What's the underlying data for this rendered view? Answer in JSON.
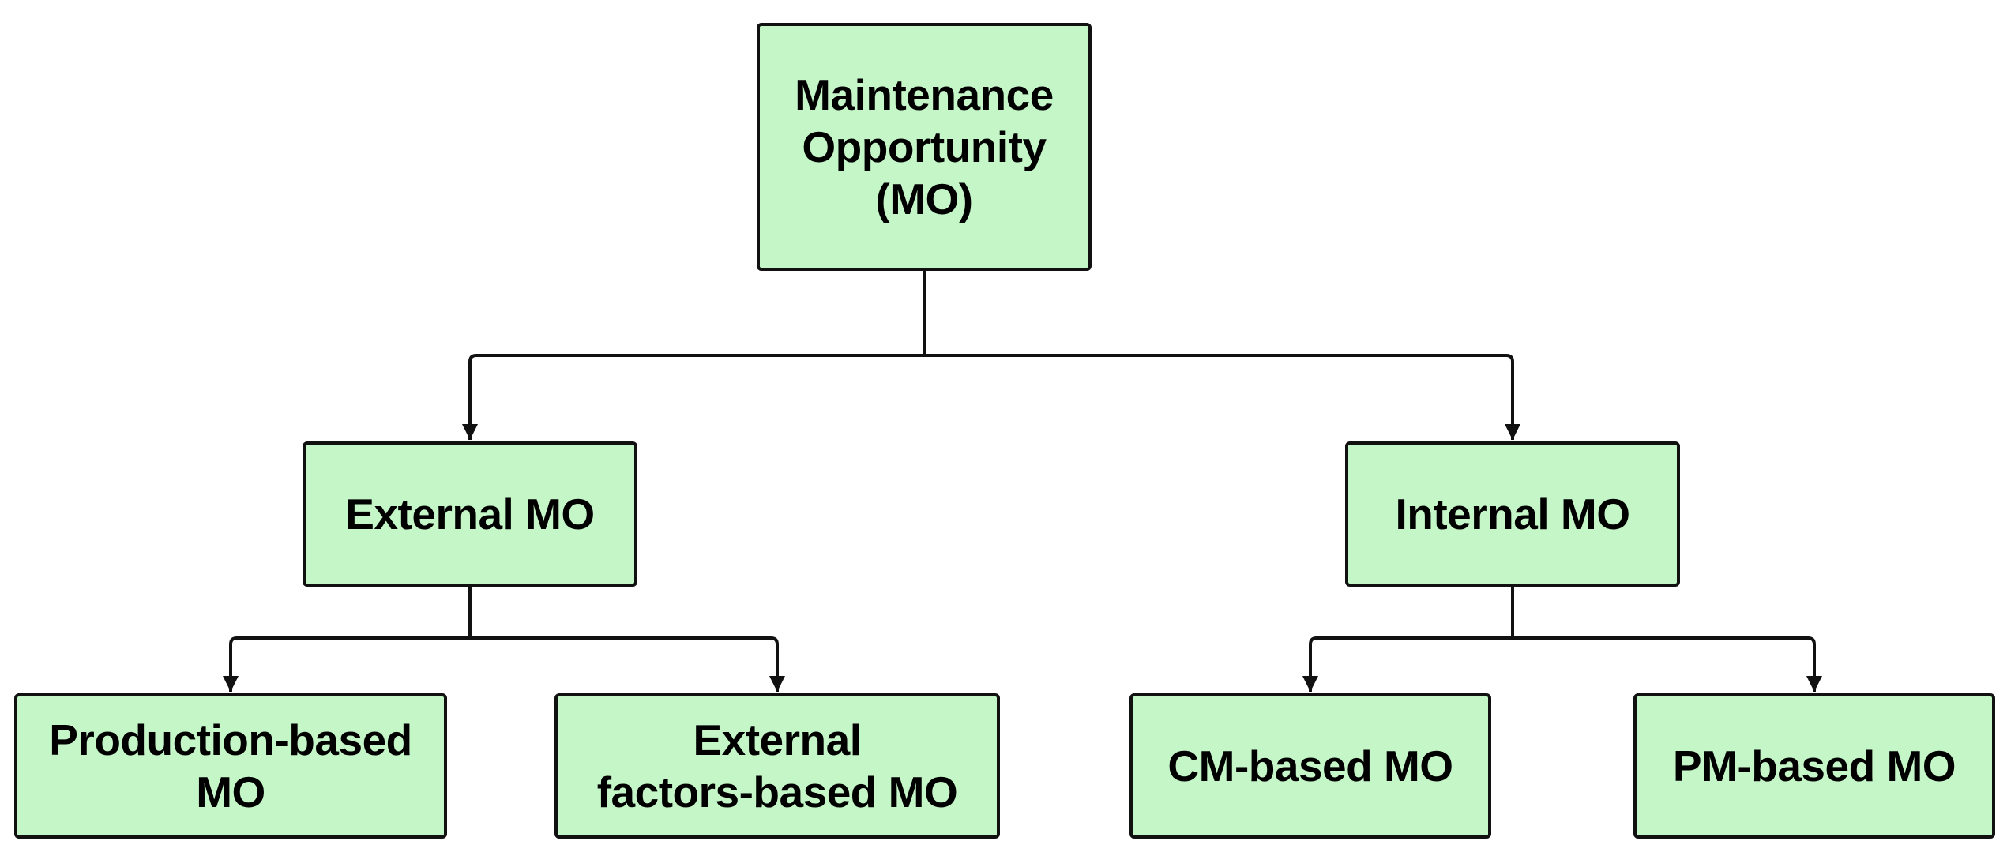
{
  "diagram": {
    "type": "tree",
    "colors": {
      "node_fill": "#c5f6c8",
      "node_border": "#111111",
      "connector": "#111111",
      "text": "#000000"
    },
    "nodes": {
      "root": {
        "label": "Maintenance\nOpportunity\n(MO)"
      },
      "external": {
        "label": "External MO"
      },
      "internal": {
        "label": "Internal MO"
      },
      "production": {
        "label": "Production-based\nMO"
      },
      "factors": {
        "label": "External\nfactors-based MO"
      },
      "cm": {
        "label": "CM-based MO"
      },
      "pm": {
        "label": "PM-based MO"
      }
    },
    "edges": [
      {
        "from": "root",
        "to": "external"
      },
      {
        "from": "root",
        "to": "internal"
      },
      {
        "from": "external",
        "to": "production"
      },
      {
        "from": "external",
        "to": "factors"
      },
      {
        "from": "internal",
        "to": "cm"
      },
      {
        "from": "internal",
        "to": "pm"
      }
    ]
  }
}
